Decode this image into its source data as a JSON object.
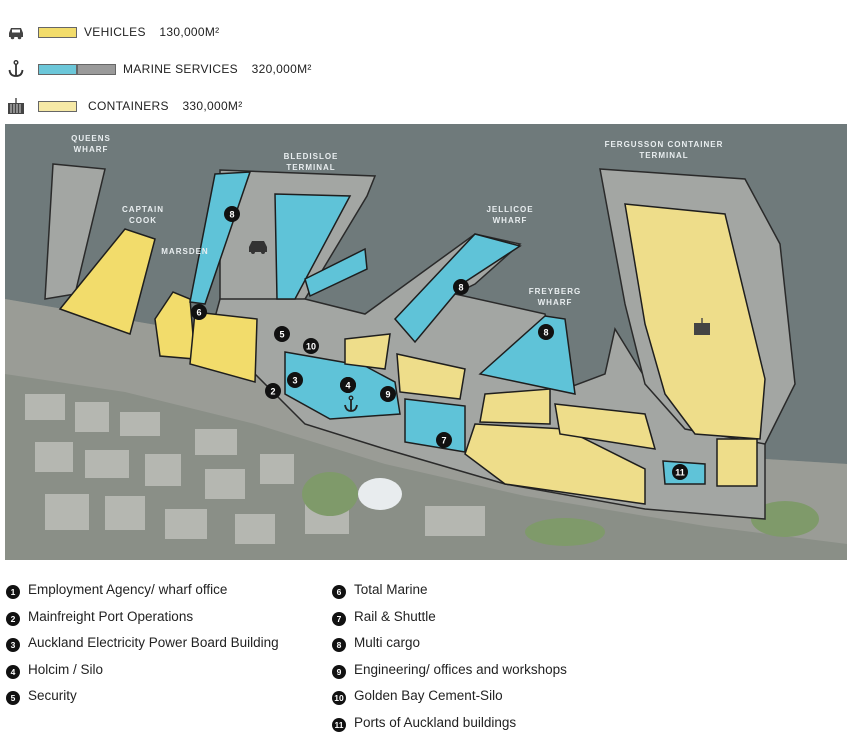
{
  "legend": [
    {
      "label": "VEHICLES",
      "area": "130,000M²",
      "icon": "car-icon",
      "colors": [
        "#f2dc6b"
      ]
    },
    {
      "label": "MARINE SERVICES",
      "area": "320,000M²",
      "icon": "anchor-icon",
      "colors": [
        "#6cc7d9",
        "#9a9a9a"
      ]
    },
    {
      "label": "CONTAINERS",
      "area": "330,000M²",
      "icon": "container-icon",
      "colors": [
        "#f6e9a6"
      ]
    }
  ],
  "map": {
    "labels": {
      "queens": [
        "QUEENS",
        "WHARF"
      ],
      "captain": [
        "CAPTAIN",
        "COOK"
      ],
      "marsden": "MARSDEN",
      "bledisloe": [
        "BLEDISLOE",
        "TERMINAL"
      ],
      "jellicoe": [
        "JELLICOE",
        "WHARF"
      ],
      "freyberg": [
        "FREYBERG",
        "WHARF"
      ],
      "fergusson": [
        "FERGUSSON CONTAINER",
        "TERMINAL"
      ]
    },
    "colors": {
      "vehicles": "#f2dc6b",
      "marine": "#5fc3d8",
      "containers": "#eedd8a",
      "water": "#6f7a7b",
      "land": "#8e938d"
    }
  },
  "key": {
    "left": [
      {
        "num": "1",
        "label": "Employment Agency/ wharf office"
      },
      {
        "num": "2",
        "label": "Mainfreight Port Operations"
      },
      {
        "num": "3",
        "label": "Auckland Electricity Power Board Building"
      },
      {
        "num": "4",
        "label": "Holcim / Silo"
      },
      {
        "num": "5",
        "label": "Security"
      }
    ],
    "right": [
      {
        "num": "6",
        "label": "Total Marine"
      },
      {
        "num": "7",
        "label": "Rail & Shuttle"
      },
      {
        "num": "8",
        "label": "Multi cargo"
      },
      {
        "num": "9",
        "label": "Engineering/ offices and workshops"
      },
      {
        "num": "10",
        "label": "Golden Bay Cement-Silo"
      },
      {
        "num": "11",
        "label": "Ports of Auckland buildings"
      }
    ]
  }
}
